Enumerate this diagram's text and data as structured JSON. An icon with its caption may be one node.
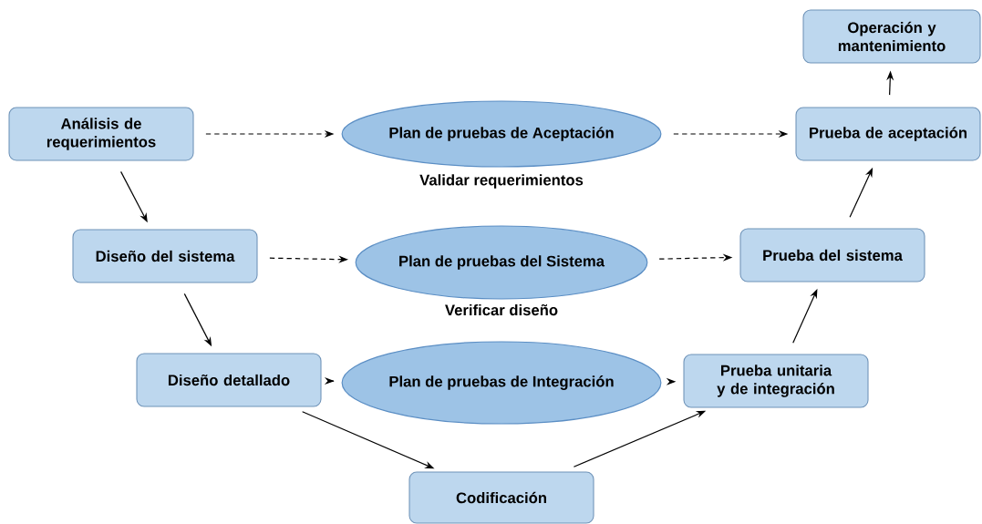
{
  "diagram": {
    "nodes": [
      {
        "text": [
          "Análisis de requerimientos"
        ]
      },
      {
        "text": [
          "Plan de pruebas de Aceptación"
        ],
        "beside": [
          "Validar requerimientos"
        ]
      },
      {
        "text": [
          "Prueba de aceptación"
        ]
      },
      {
        "text": [
          "Operación y mantenimiento"
        ]
      },
      {
        "text": [
          "Diseño del sistema"
        ]
      },
      {
        "text": [
          "Plan de pruebas del Sistema"
        ],
        "beside": [
          "Verificar diseño"
        ]
      },
      {
        "text": [
          "Prueba del sistema"
        ]
      },
      {
        "text": [
          "Diseño detallado"
        ]
      },
      {
        "text": [
          "Plan de pruebas de Integración"
        ]
      },
      {
        "text": [
          "Prueba unitaria y de integración"
        ]
      },
      {
        "text": [
          "Codificación"
        ]
      }
    ],
    "edges": [
      {
        "from": 0,
        "to": 1,
        "arrow": "to",
        "style": "dashed"
      },
      {
        "from": 1,
        "to": 2,
        "arrow": "to",
        "style": "dashed"
      },
      {
        "from": 4,
        "to": 5,
        "arrow": "to",
        "style": "dashed"
      },
      {
        "from": 5,
        "to": 6,
        "arrow": "to",
        "style": "dashed"
      },
      {
        "from": 7,
        "to": 8,
        "arrow": "to",
        "style": "dashed"
      },
      {
        "from": 8,
        "to": 9,
        "arrow": "to",
        "style": "dashed"
      },
      {
        "from": 0,
        "to": 4,
        "arrow": "to"
      },
      {
        "from": 4,
        "to": 7,
        "arrow": "to"
      },
      {
        "from": 7,
        "to": 10,
        "arrow": "to"
      },
      {
        "from": 10,
        "to": 9,
        "arrow": "to"
      },
      {
        "from": 9,
        "to": 6,
        "arrow": "to"
      },
      {
        "from": 6,
        "to": 2,
        "arrow": "to"
      },
      {
        "from": 2,
        "to": 3,
        "arrow": "to"
      }
    ]
  }
}
